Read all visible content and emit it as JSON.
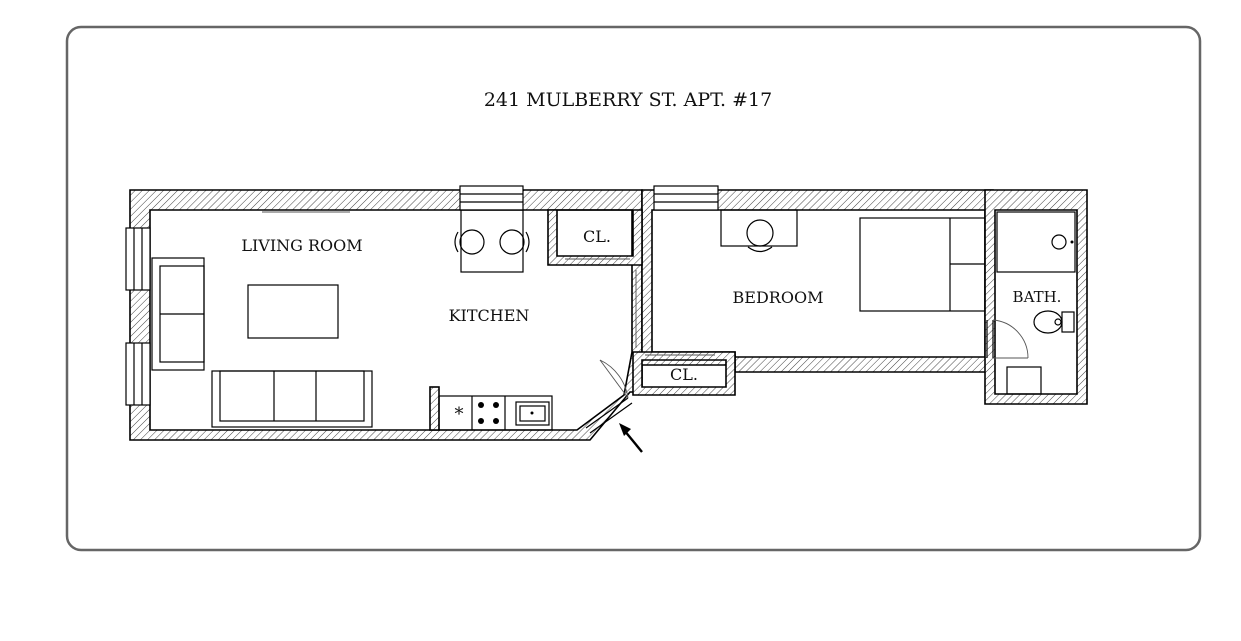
{
  "title": "241 MULBERRY ST. APT. #17",
  "rooms": {
    "living_room": "LIVING ROOM",
    "kitchen": "KITCHEN",
    "bedroom": "BEDROOM",
    "bath": "BATH.",
    "closet_1": "CL.",
    "closet_2": "CL."
  },
  "appliances": {
    "fridge_symbol": "*"
  },
  "colors": {
    "ink": "#000000",
    "frame": "#666666",
    "background": "#ffffff"
  },
  "icons": {
    "entry": "entry-arrow-icon"
  }
}
